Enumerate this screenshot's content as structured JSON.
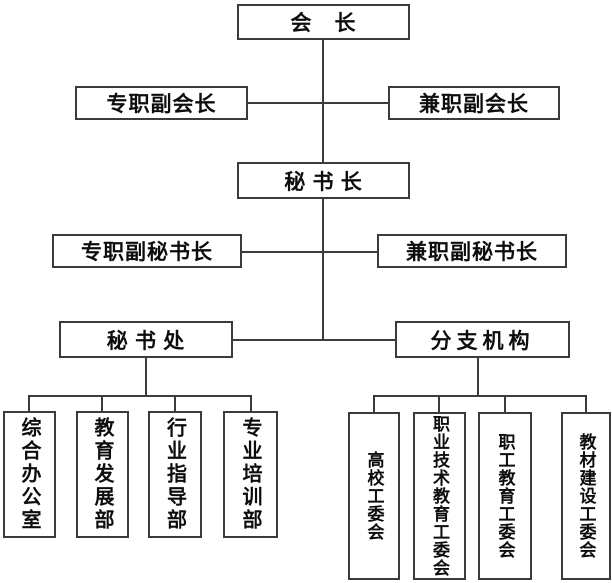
{
  "diagram": {
    "type": "organization-chart",
    "background_color": "#ffffff",
    "line_color": "#3b3b3b",
    "nodes": {
      "chairman": {
        "label": "会　长"
      },
      "fulltime_vice_chairman": {
        "label": "专职副会长"
      },
      "parttime_vice_chairman": {
        "label": "兼职副会长"
      },
      "secretary_general": {
        "label": "秘 书 长"
      },
      "fulltime_deputy_secretary_general": {
        "label": "专职副秘书长"
      },
      "parttime_deputy_secretary_general": {
        "label": "兼职副秘书长"
      },
      "secretariat": {
        "label": "秘 书 处"
      },
      "branch_organizations": {
        "label": "分支机构"
      },
      "secretariat_departments": [
        {
          "label": "综合办公室"
        },
        {
          "label": "教育发展部"
        },
        {
          "label": "行业指导部"
        },
        {
          "label": "专业培训部"
        }
      ],
      "branch_committees": [
        {
          "label": "高校工委会"
        },
        {
          "label": "职业技术教育工委会"
        },
        {
          "label": "职工教育工委会"
        },
        {
          "label": "教材建设工委会"
        }
      ]
    }
  }
}
